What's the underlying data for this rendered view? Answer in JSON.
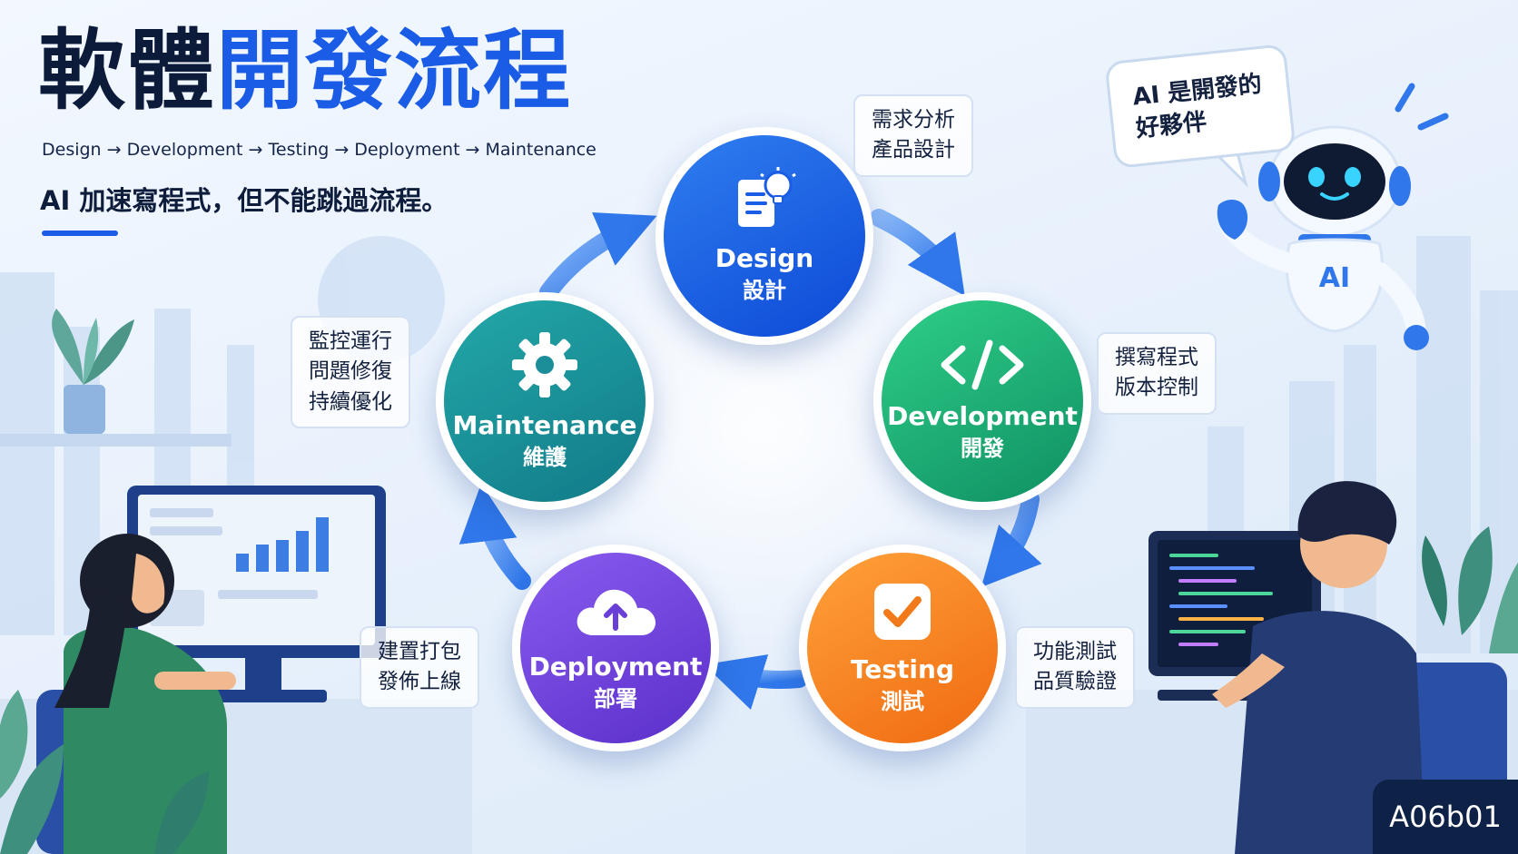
{
  "title": {
    "part1": "軟體",
    "part2": "開發流程"
  },
  "flow_line": "Design → Development → Testing → Deployment → Maintenance",
  "tagline": "AI 加速寫程式，但不能跳過流程。",
  "stages": [
    {
      "en": "Design",
      "zh": "設計",
      "color_start": "#2f7ef0",
      "color_end": "#0d49d6",
      "icon": "document-lightbulb-icon"
    },
    {
      "en": "Development",
      "zh": "開發",
      "color_start": "#2fcf88",
      "color_end": "#0f8f63",
      "icon": "code-icon"
    },
    {
      "en": "Testing",
      "zh": "測試",
      "color_start": "#ffa23a",
      "color_end": "#f06a10",
      "icon": "checkbox-icon"
    },
    {
      "en": "Deployment",
      "zh": "部署",
      "color_start": "#8a5cf0",
      "color_end": "#5a2fc9",
      "icon": "cloud-upload-icon"
    },
    {
      "en": "Maintenance",
      "zh": "維護",
      "color_start": "#23a8a8",
      "color_end": "#117a88",
      "icon": "gear-icon"
    }
  ],
  "notes": {
    "design": [
      "需求分析",
      "產品設計"
    ],
    "development": [
      "撰寫程式",
      "版本控制"
    ],
    "testing": [
      "功能測試",
      "品質驗證"
    ],
    "deployment": [
      "建置打包",
      "發佈上線"
    ],
    "maintenance": [
      "監控運行",
      "問題修復",
      "持續優化"
    ]
  },
  "robot": {
    "speech": [
      "AI 是開發的",
      "好夥伴"
    ],
    "chest_label": "AI"
  },
  "badge": "A06b01",
  "colors": {
    "accent": "#1a5ce6",
    "arrow": "#4a8ff0",
    "title_dark": "#0d1b3a"
  }
}
